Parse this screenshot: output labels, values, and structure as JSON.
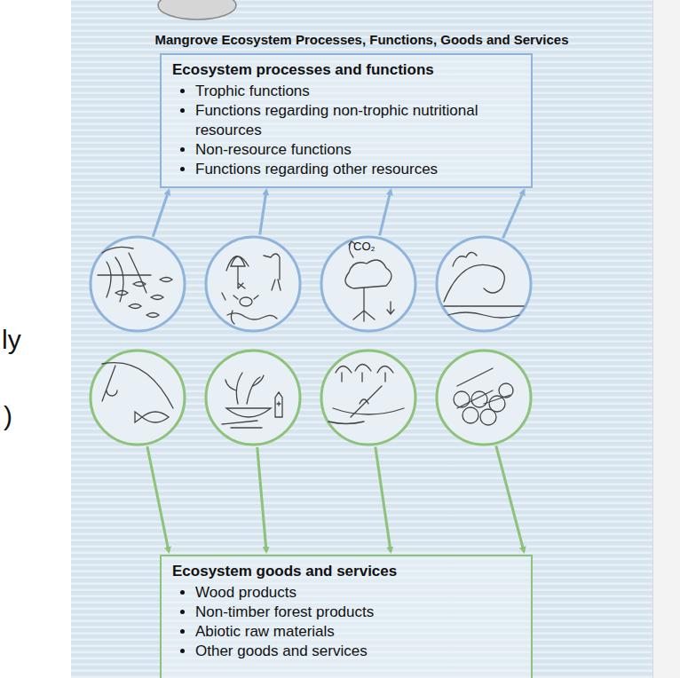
{
  "diagram": {
    "title": "Mangrove Ecosystem Processes, Functions, Goods and Services",
    "nodes": [
      {
        "text": [
          "Ecosystem processes and functions",
          "Trophic functions",
          "Functions regarding non-trophic nutritional resources",
          "Non-resource functions",
          "Functions regarding other resources"
        ]
      },
      {
        "text": [
          "Ecosystem goods and services",
          "Wood products",
          "Non-timber forest products",
          "Abiotic raw materials",
          "Other goods and services"
        ]
      }
    ],
    "labels": [
      "CO₂",
      "ly",
      ")"
    ]
  }
}
